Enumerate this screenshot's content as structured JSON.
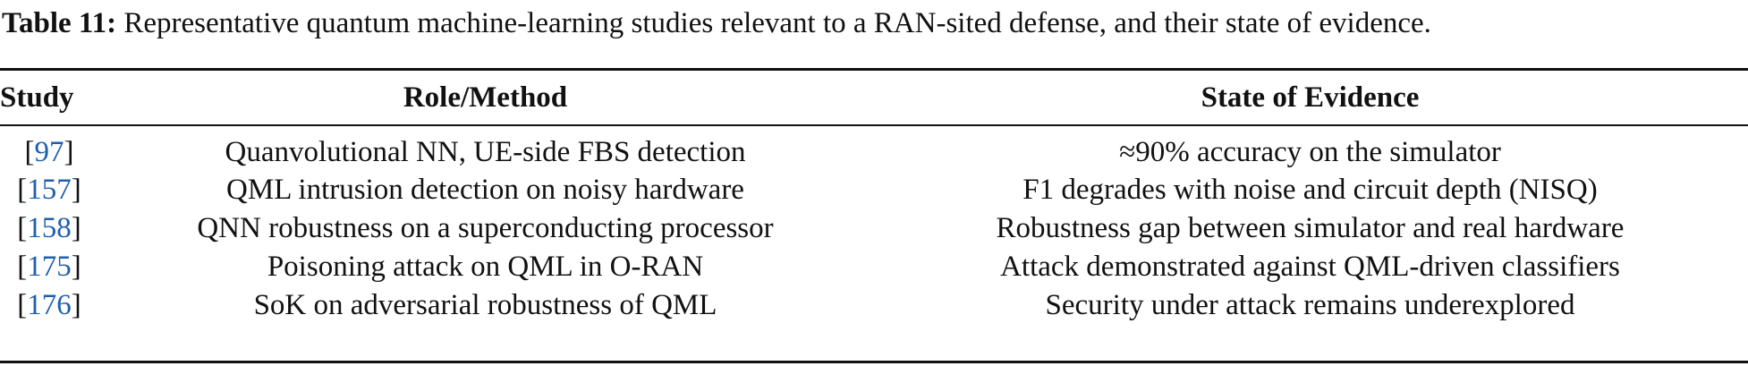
{
  "caption": {
    "label": "Table 11:",
    "text": "Representative quantum machine-learning studies relevant to a RAN-sited defense, and their state of evidence."
  },
  "table": {
    "headers": {
      "study": "Study",
      "role": "Role/Method",
      "evidence": "State of Evidence"
    },
    "rows": [
      {
        "ref": "97",
        "role": "Quanvolutional NN, UE-side FBS detection",
        "evidence": "≈90% accuracy on the simulator"
      },
      {
        "ref": "157",
        "role": "QML intrusion detection on noisy hardware",
        "evidence": "F1 degrades with noise and circuit depth (NISQ)"
      },
      {
        "ref": "158",
        "role": "QNN robustness on a superconducting processor",
        "evidence": "Robustness gap between simulator and real hardware"
      },
      {
        "ref": "175",
        "role": "Poisoning attack on QML in O-RAN",
        "evidence": "Attack demonstrated against QML-driven classifiers"
      },
      {
        "ref": "176",
        "role": "SoK on adversarial robustness of QML",
        "evidence": "Security under attack remains underexplored"
      }
    ]
  },
  "colors": {
    "text": "#111111",
    "citation_link": "#1f5fae"
  }
}
